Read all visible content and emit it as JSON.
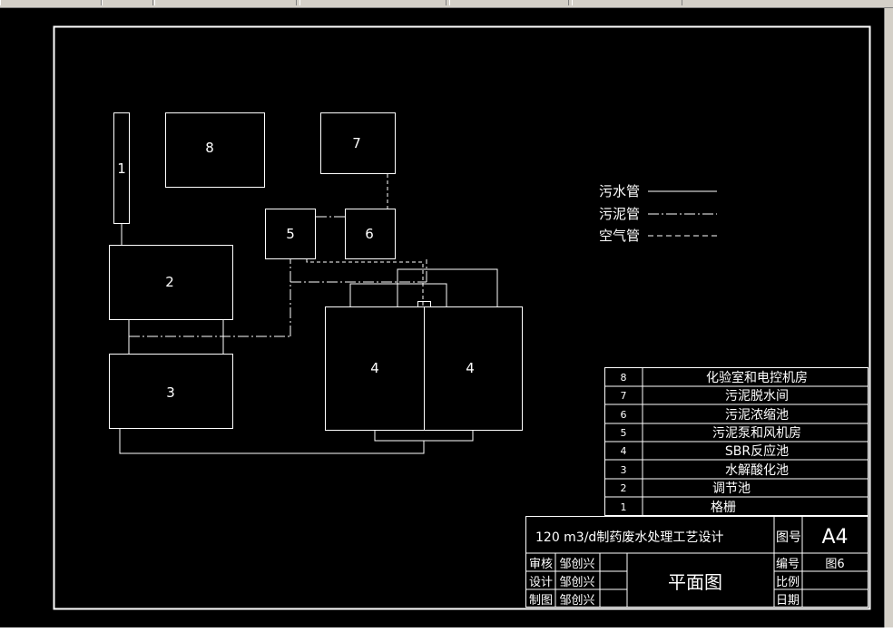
{
  "colors": {
    "background": "#000000",
    "lines": "#ffffff"
  },
  "boxes": [
    {
      "id": "1",
      "label": "1"
    },
    {
      "id": "2",
      "label": "2"
    },
    {
      "id": "3",
      "label": "3"
    },
    {
      "id": "4a",
      "label": "4"
    },
    {
      "id": "4b",
      "label": "4"
    },
    {
      "id": "5",
      "label": "5"
    },
    {
      "id": "6",
      "label": "6"
    },
    {
      "id": "7",
      "label": "7"
    },
    {
      "id": "8",
      "label": "8"
    }
  ],
  "legend": [
    {
      "label": "污水管",
      "style": "solid"
    },
    {
      "label": "污泥管",
      "style": "dashdot"
    },
    {
      "label": "空气管",
      "style": "dashed"
    }
  ],
  "component_table": [
    {
      "no": "8",
      "name": "化验室和电控机房"
    },
    {
      "no": "7",
      "name": "污泥脱水间"
    },
    {
      "no": "6",
      "name": "污泥浓缩池"
    },
    {
      "no": "5",
      "name": "污泥泵和风机房"
    },
    {
      "no": "4",
      "name": "SBR反应池"
    },
    {
      "no": "3",
      "name": "水解酸化池"
    },
    {
      "no": "2",
      "name": "调节池"
    },
    {
      "no": "1",
      "name": "格栅"
    }
  ],
  "title_block": {
    "project_title": "120 m3/d制药废水处理工艺设计",
    "drawing_no_label": "图号",
    "drawing_no": "A4",
    "serial_label": "编号",
    "serial_value": "图6",
    "scale_label": "比例",
    "date_label": "日期",
    "drawing_name": "平面图",
    "roles": [
      {
        "role": "审核",
        "name": "邹创兴"
      },
      {
        "role": "设计",
        "name": "邹创兴"
      },
      {
        "role": "制图",
        "name": "邹创兴"
      }
    ]
  }
}
